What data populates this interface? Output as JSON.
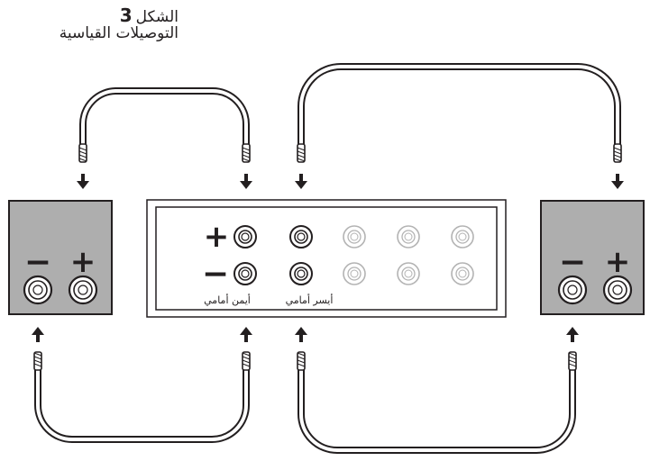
{
  "figure": {
    "label": "الشكل",
    "number": "3",
    "subtitle": "التوصيلات القياسية"
  },
  "receiver_panel": {
    "plus_symbol": "+",
    "minus_symbol": "−",
    "right_front_label": "أيمن أمامي",
    "left_front_label": "أيسر أمامي"
  },
  "left_speaker": {
    "minus_symbol": "−",
    "plus_symbol": "+"
  },
  "right_speaker": {
    "minus_symbol": "−",
    "plus_symbol": "+"
  },
  "colors": {
    "speaker_fill": "#aeaeae",
    "line": "#231f20",
    "inactive_jack": "#b3b3b3"
  }
}
